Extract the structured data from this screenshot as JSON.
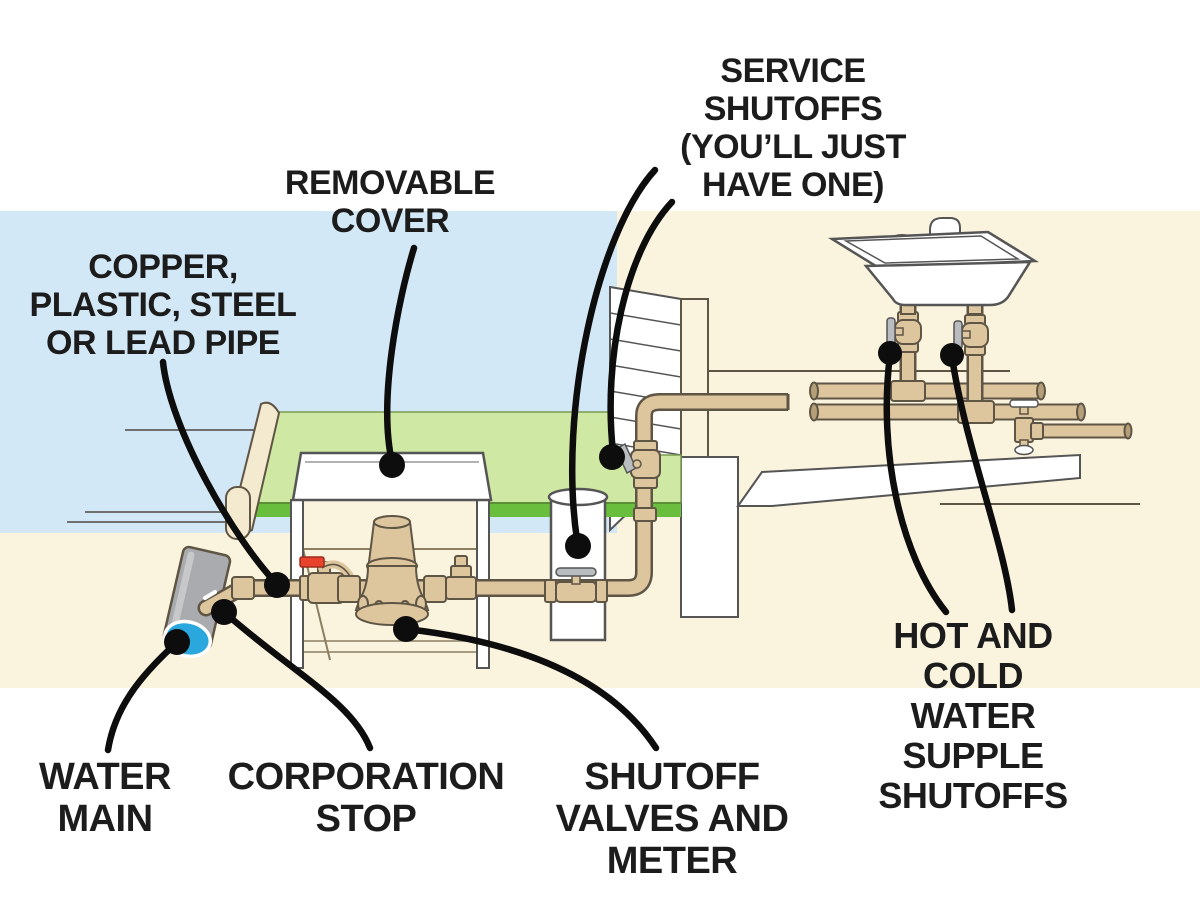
{
  "diagram": {
    "labels": {
      "service_shutoffs": "SERVICE\nSHUTOFFS\n(YOU’LL JUST\nHAVE ONE)",
      "removable_cover": "REMOVABLE\nCOVER",
      "copper_pipe": "COPPER,\nPLASTIC, STEEL\nOR LEAD PIPE",
      "water_main": "WATER\nMAIN",
      "corporation_stop": "CORPORATION\nSTOP",
      "shutoff_valves_meter": "SHUTOFF\nVALVES AND\nMETER",
      "hot_cold_shutoffs": "HOT AND COLD\nWATER SUPPLE\nSHUTOFFS"
    },
    "colors": {
      "sky_blue": "#d3e8f6",
      "ground_cream": "#faf3dd",
      "grass_light": "#cfe8a3",
      "grass_edge_green": "#6abe3d",
      "pipe_tan": "#ddc59e",
      "pipe_outline": "#5f5545",
      "water_main_gray": "#a9abae",
      "water_blue": "#2aa7dd",
      "red_handle": "#e8432c",
      "gray_handle": "#b9bdc0",
      "callout_black": "#0d0d0d",
      "label_text": "#1c1c1c"
    }
  }
}
